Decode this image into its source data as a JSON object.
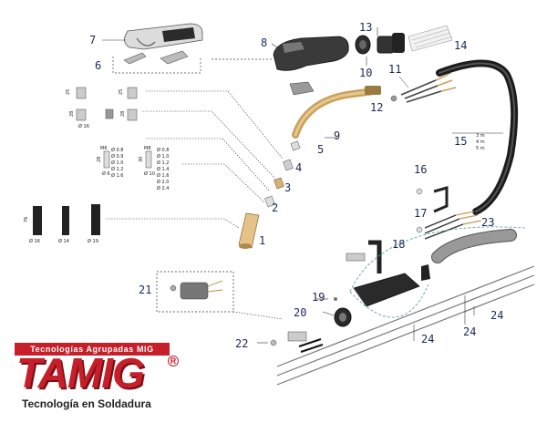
{
  "callouts": {
    "p1": "1",
    "p2": "2",
    "p3": "3",
    "p4": "4",
    "p5": "5",
    "p6": "6",
    "p7": "7",
    "p8": "8",
    "p9": "9",
    "p10": "10",
    "p11": "11",
    "p12": "12",
    "p13": "13",
    "p14": "14",
    "p15": "15",
    "p16": "16",
    "p17": "17",
    "p18": "18",
    "p19": "19",
    "p20": "20",
    "p21": "21",
    "p22": "22",
    "p23": "23",
    "p24a": "24",
    "p24b": "24",
    "p24c": "24"
  },
  "cable_lengths": [
    "3 m",
    "4 m",
    "5 m"
  ],
  "tip_sizes": {
    "m6_left_label": "M6",
    "m6_left": [
      "Ø 0.8",
      "Ø 0.9",
      "Ø 1.0",
      "Ø 1.2",
      "Ø 1.6"
    ],
    "m8_right_label": "M8",
    "m8_right": [
      "Ø 0.8",
      "Ø 1.0",
      "Ø 1.2",
      "Ø 1.4",
      "Ø 1.6",
      "Ø 2.0",
      "Ø 2.4"
    ]
  },
  "nozzle_sizes": [
    "Ø 16",
    "Ø 14",
    "Ø 19"
  ],
  "dimensions": {
    "d25a": "25",
    "d25b": "25",
    "d28a": "28",
    "d28b": "28",
    "d16": "Ø 16",
    "d28c": "28",
    "d30": "30",
    "d76": "76",
    "d6": "Ø 6",
    "d10": "Ø 10"
  },
  "brand": {
    "banner": "Tecnologías Agrupadas MIG",
    "name": "TAMIG",
    "registered": "R",
    "tagline": "Tecnología en Soldadura",
    "color": "#c61f2a"
  }
}
